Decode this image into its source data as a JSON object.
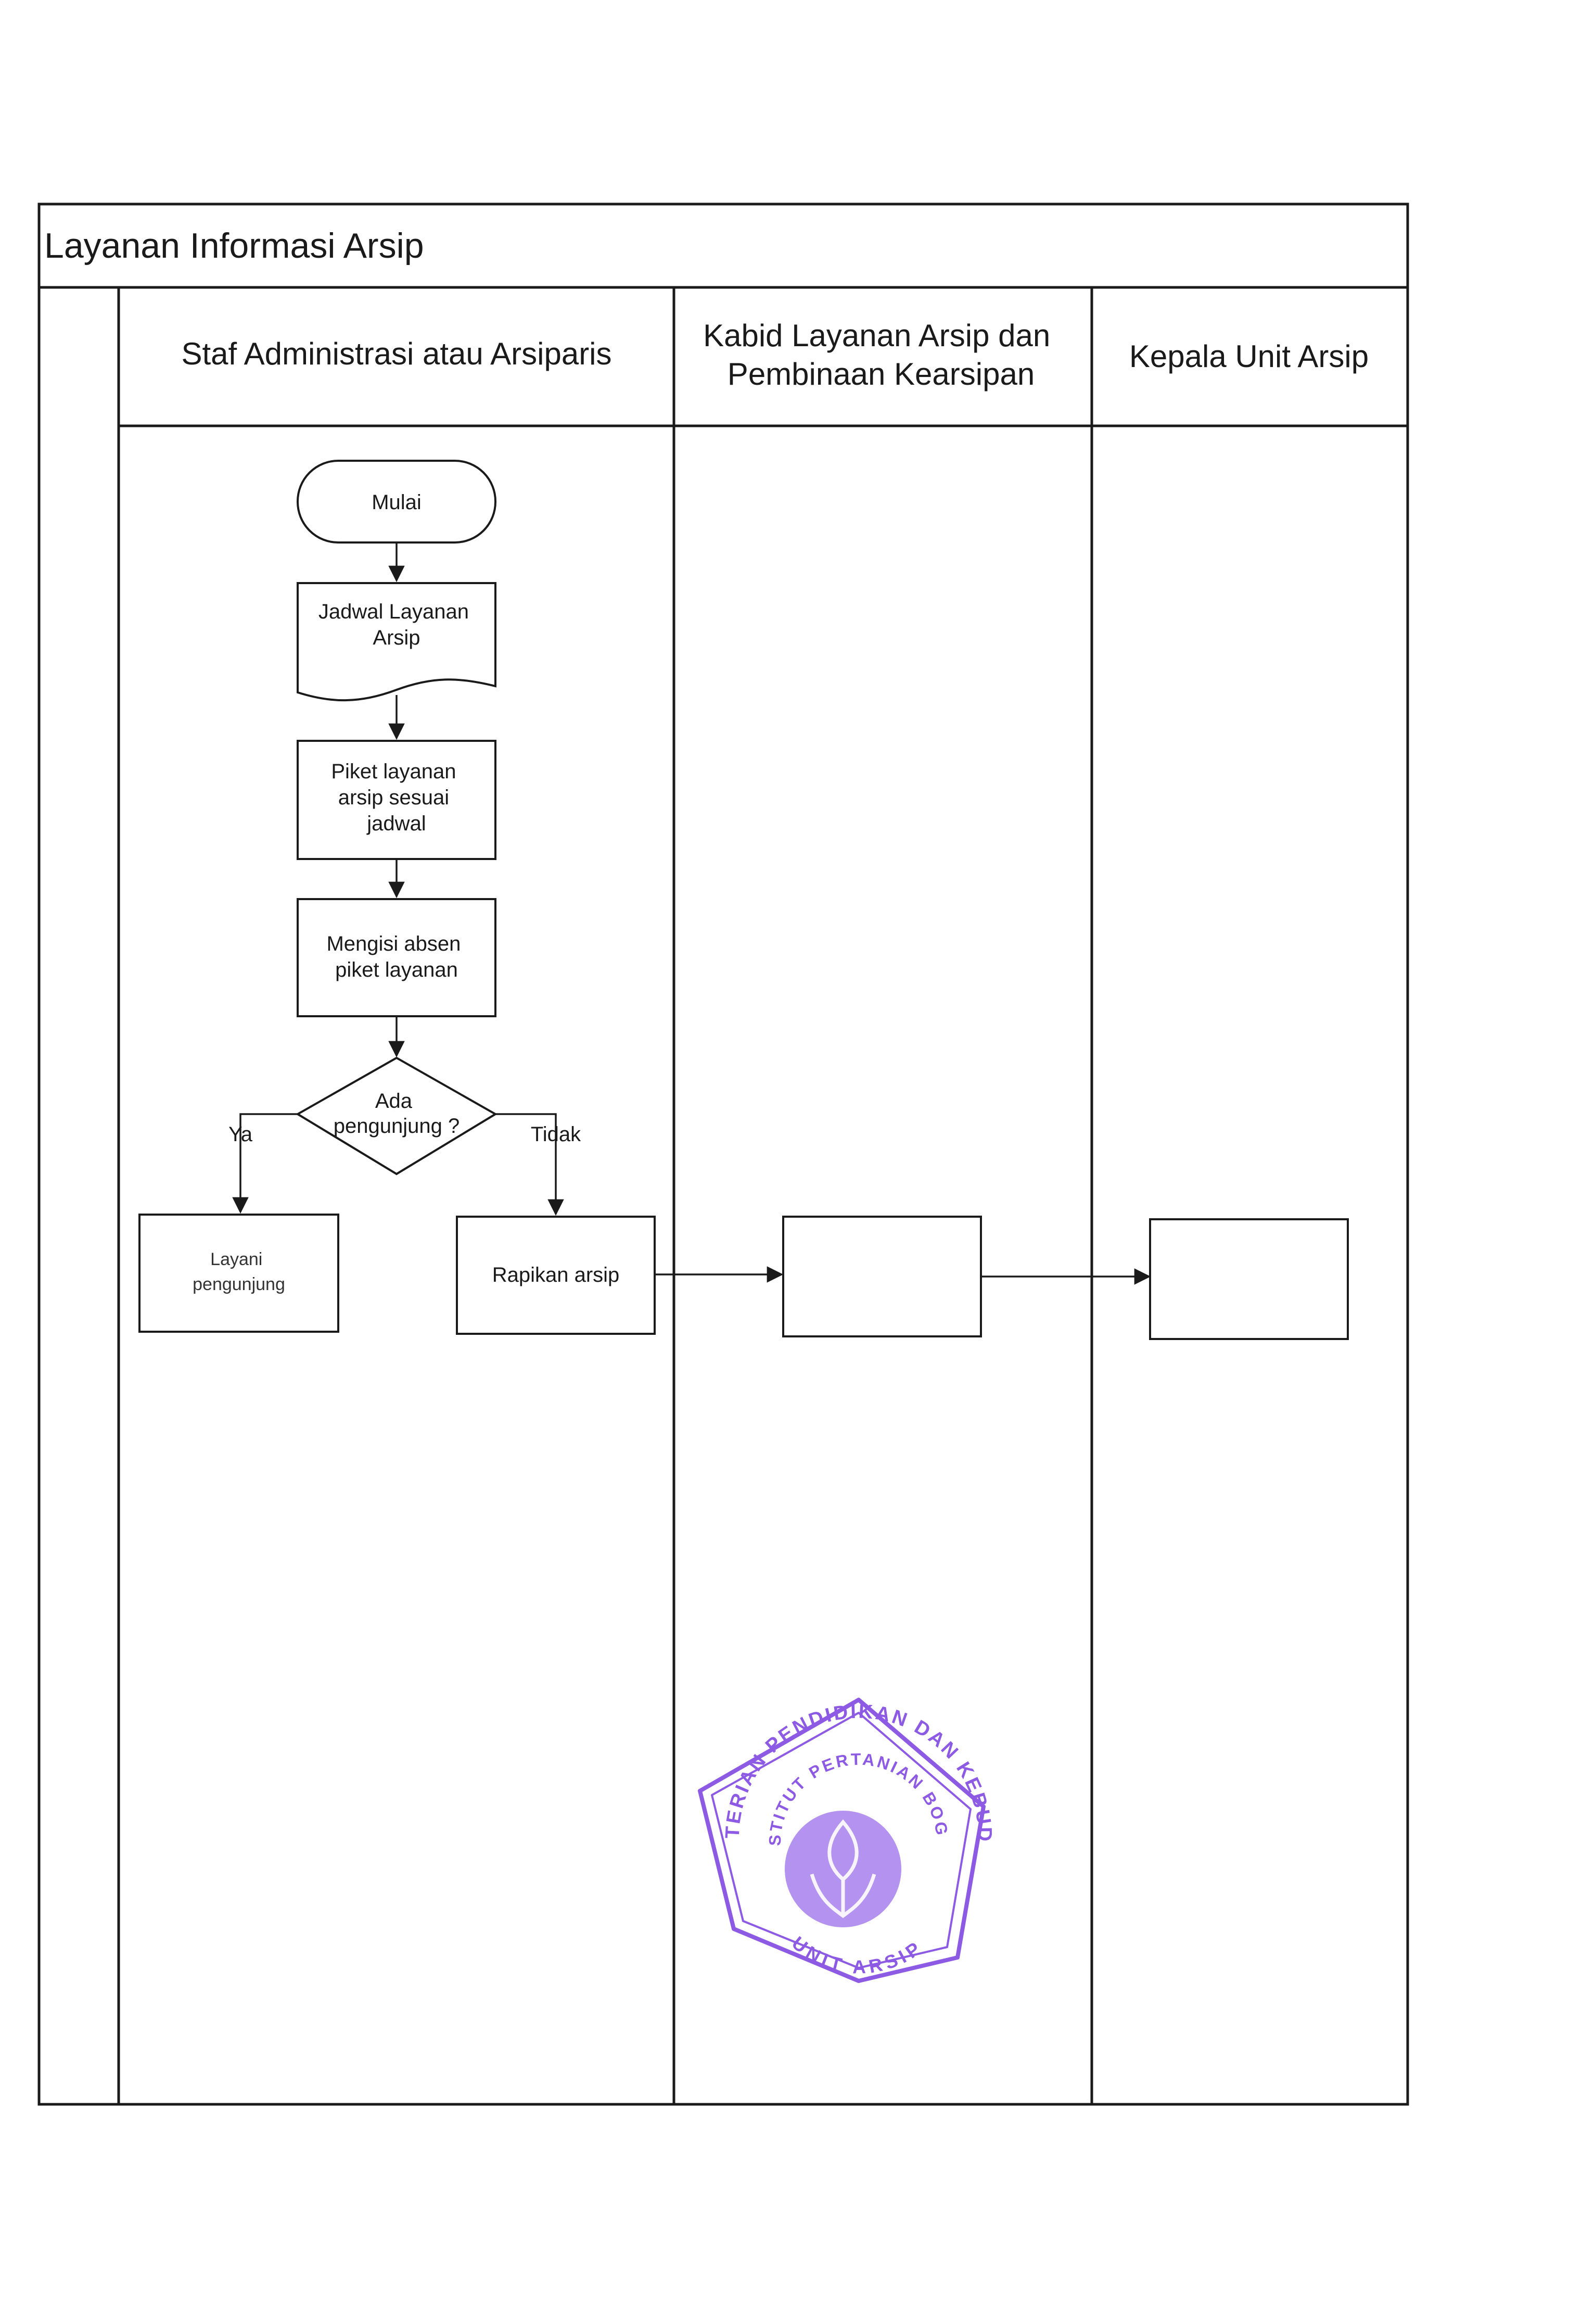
{
  "diagram": {
    "title": "Layanan Informasi Arsip",
    "lanes": {
      "staf": [
        "Staf Administrasi atau Arsiparis"
      ],
      "kabid": [
        "Kabid Layanan Arsip dan",
        "Pembinaan Kearsipan"
      ],
      "kepala": [
        "Kepala Unit Arsip"
      ]
    },
    "nodes": {
      "mulai": {
        "type": "terminator",
        "lines": [
          "Mulai"
        ]
      },
      "jadwal": {
        "type": "document",
        "lines": [
          "Jadwal Layanan",
          "Arsip"
        ]
      },
      "piket": {
        "type": "process",
        "lines": [
          "Piket layanan",
          "arsip sesuai",
          "jadwal"
        ]
      },
      "absen": {
        "type": "process",
        "lines": [
          "Mengisi absen",
          "piket layanan"
        ]
      },
      "decision": {
        "type": "decision",
        "lines": [
          "Ada",
          "pengunjung ?"
        ]
      },
      "layani": {
        "type": "process",
        "lines": [
          "Layani",
          "pengunjung"
        ]
      },
      "rapikan": {
        "type": "process",
        "lines": [
          "Rapikan arsip"
        ]
      },
      "kabid_box": {
        "type": "process",
        "lines": []
      },
      "kepala_box": {
        "type": "process",
        "lines": []
      }
    },
    "edges": {
      "yes_label": "Ya",
      "no_label": "Tidak"
    },
    "stamp": {
      "ring_text": "KEMENTERIAN PENDIDIKAN DAN KEBUDAYAAN",
      "inner_text": "INSTITUT PERTANIAN BOGOR",
      "bottom_text": "UNIT ARSIP",
      "color": "#7a3ee0"
    }
  }
}
